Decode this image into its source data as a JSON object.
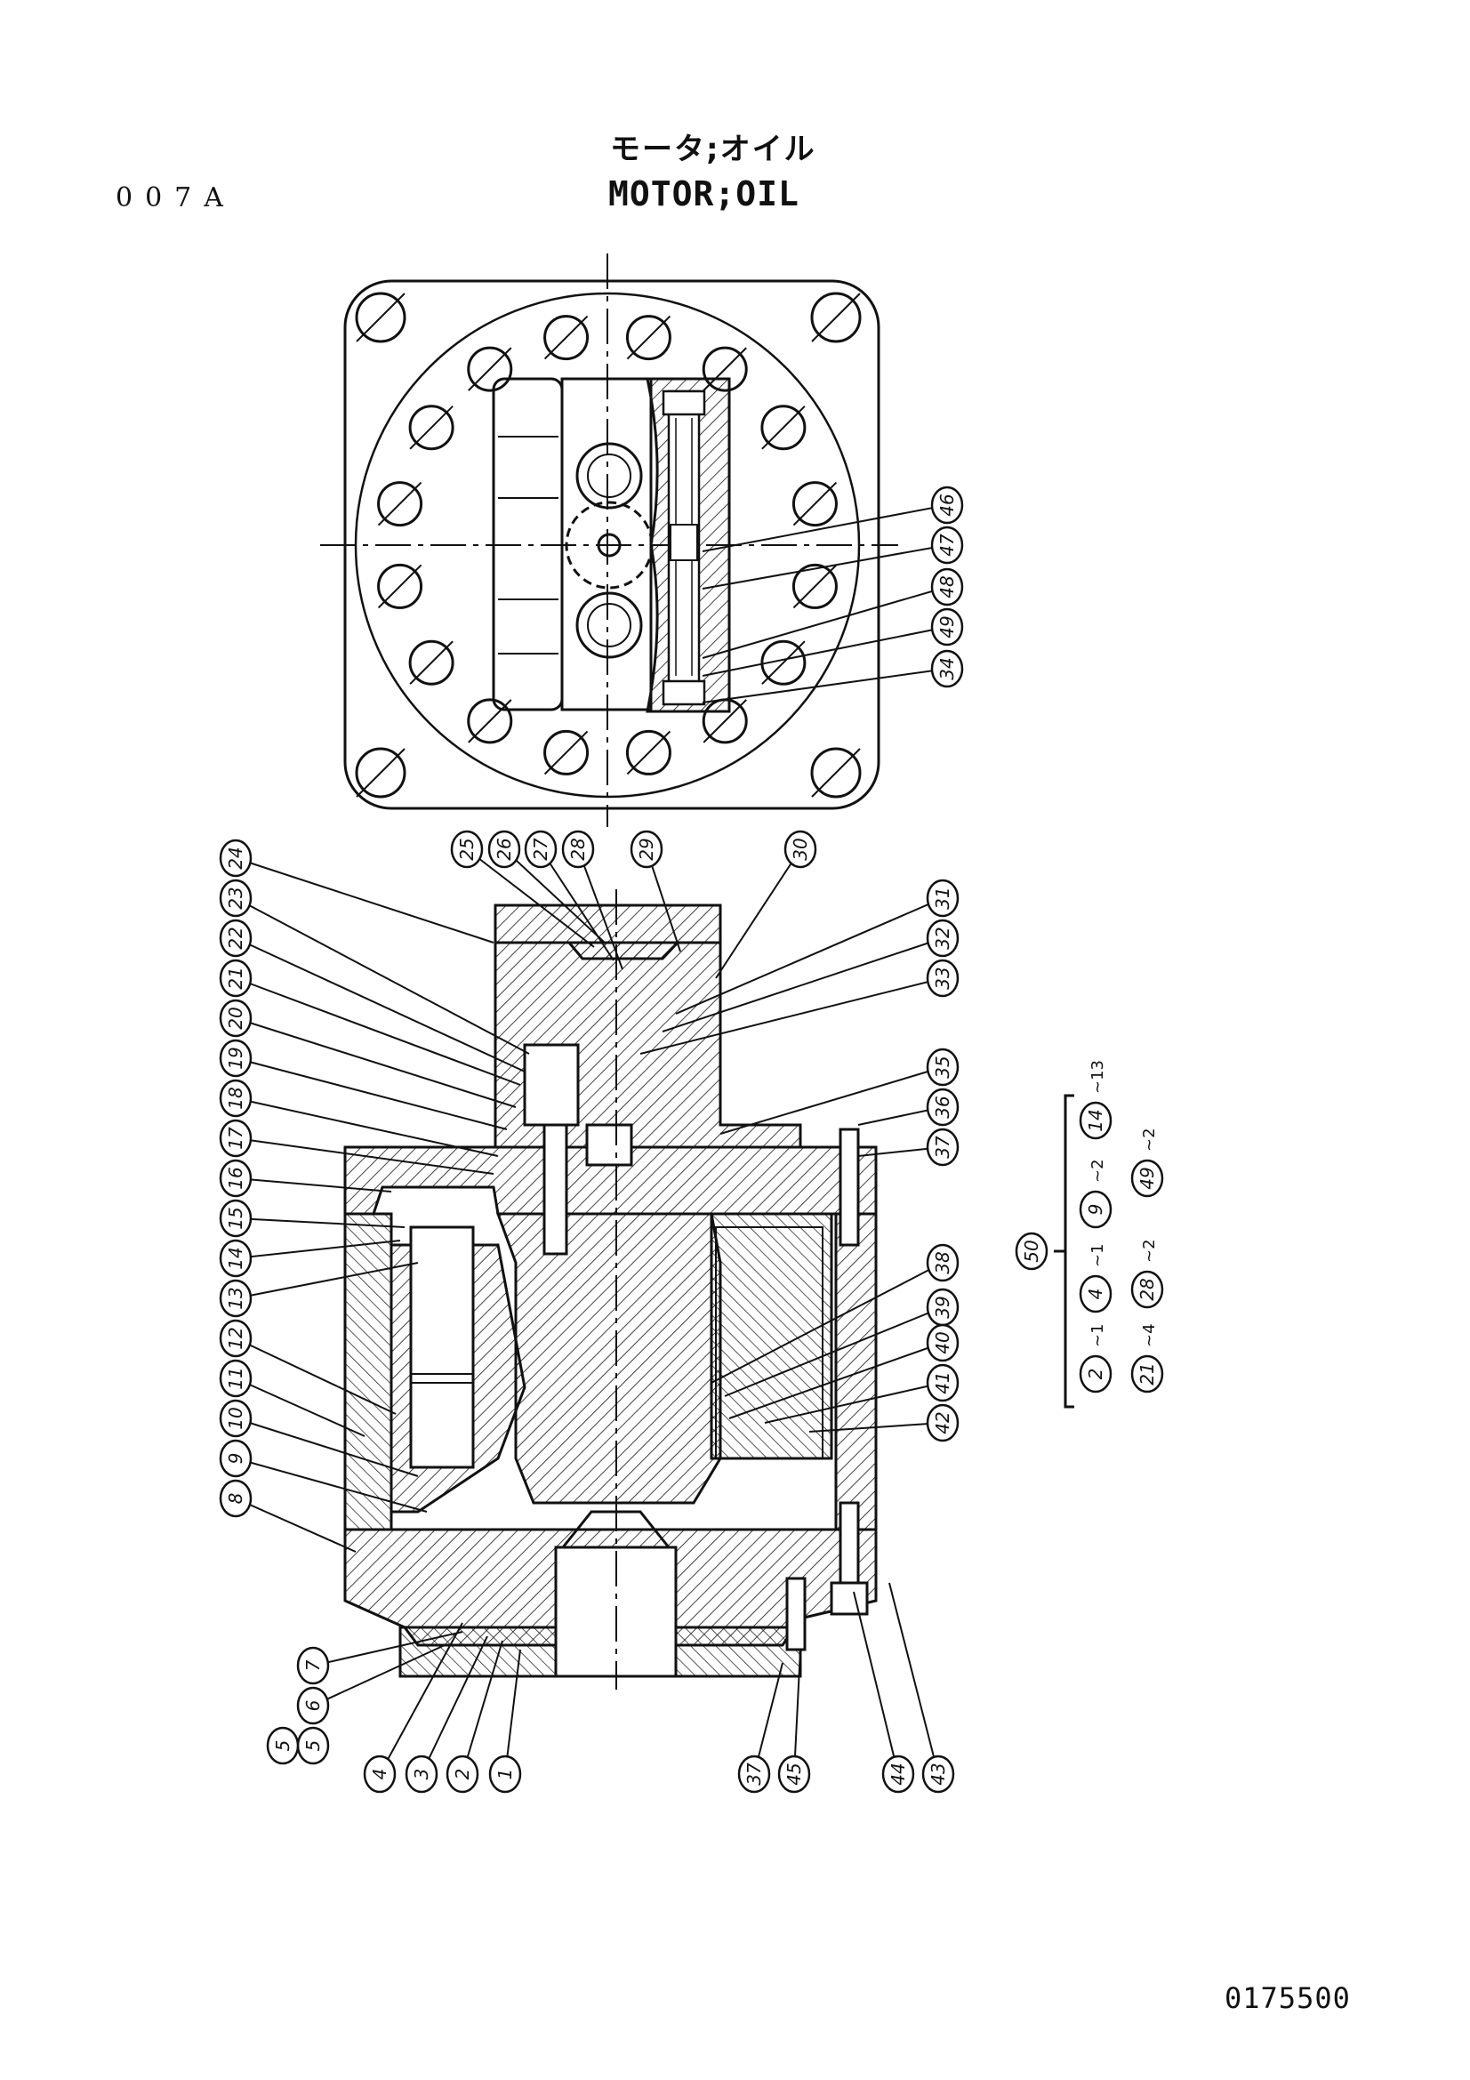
{
  "header": {
    "code": "007A",
    "title_jp": "モータ;オイル",
    "title_en": "MOTOR;OIL"
  },
  "footer": {
    "doc_number": "0175500"
  },
  "top_view_callouts": [
    "46",
    "47",
    "48",
    "49",
    "34"
  ],
  "section_view_callouts": {
    "top_row": [
      "25",
      "26",
      "27",
      "28",
      "29",
      "30"
    ],
    "left_column": [
      "24",
      "23",
      "22",
      "21",
      "20",
      "19",
      "18",
      "17",
      "16",
      "15",
      "14",
      "13",
      "12",
      "11",
      "10",
      "9",
      "8",
      "7",
      "6",
      "5"
    ],
    "right_column": [
      "31",
      "32",
      "33",
      "35",
      "36",
      "37",
      "38",
      "39",
      "40",
      "41",
      "42"
    ],
    "bottom_row": [
      "4",
      "3",
      "2",
      "1",
      "37",
      "45",
      "44",
      "43"
    ]
  },
  "kit": {
    "number": "50",
    "items": [
      {
        "part": "2",
        "qty": "1"
      },
      {
        "part": "4",
        "qty": "1"
      },
      {
        "part": "9",
        "qty": "2"
      },
      {
        "part": "14",
        "qty": "13"
      },
      {
        "part": "21",
        "qty": "4"
      },
      {
        "part": "28",
        "qty": "2"
      },
      {
        "part": "49",
        "qty": "2"
      }
    ]
  }
}
